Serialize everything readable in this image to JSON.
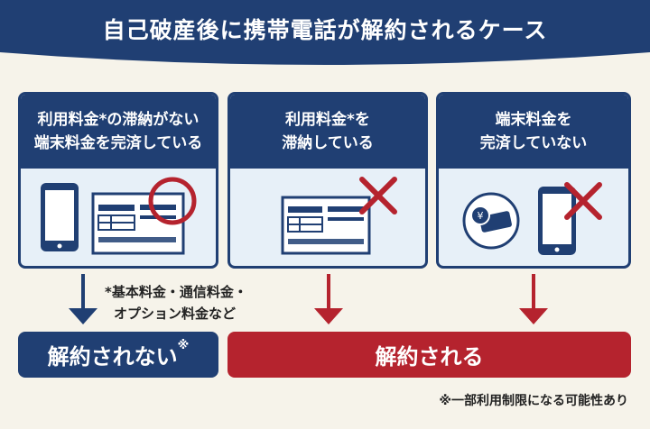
{
  "header": {
    "title": "自己破産後に携帯電話が解約されるケース"
  },
  "cards": [
    {
      "line1": "利用料金*の滞納がない",
      "line2": "端末料金を完済している",
      "mark": "circle"
    },
    {
      "line1": "利用料金*を",
      "line2": "滞納している",
      "mark": "cross"
    },
    {
      "line1": "端末料金を",
      "line2": "完済していない",
      "mark": "cross"
    }
  ],
  "note": {
    "line1": "*基本料金・通信料金・",
    "line2": "オプション料金など"
  },
  "results": {
    "not_cancelled": "解約されない",
    "not_cancelled_mark": "※",
    "cancelled": "解約される"
  },
  "footnote": "※一部利用制限になる可能性あり",
  "colors": {
    "navy": "#203f73",
    "red": "#b5232e",
    "background": "#f6f3ea",
    "card_fill": "#e7f0f8"
  }
}
